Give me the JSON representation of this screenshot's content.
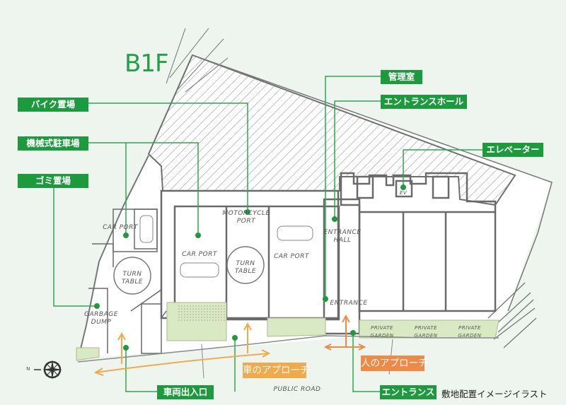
{
  "floor_label": "B1F",
  "caption": "敷地配置イメージイラスト",
  "colors": {
    "callout_green": "#1e9a3e",
    "car_approach_orange": "#f0aa4c",
    "person_approach_orange": "#ee8a46",
    "background": "#eef5ee",
    "garden_green": "#d9e9c4"
  },
  "callouts": {
    "bike_parking": "バイク置場",
    "mechanical_parking": "機械式駐車場",
    "garbage": "ゴミ置場",
    "management_office": "管理室",
    "entrance_hall": "エントランスホール",
    "elevator": "エレベーター",
    "vehicle_entrance": "車両出入口",
    "entrance": "エントランス"
  },
  "approaches": {
    "car": "車のアプローチ",
    "person": "人のアプローチ"
  },
  "plan_labels": {
    "car_port_1": "CAR PORT",
    "car_port_2": "CAR PORT",
    "car_port_3": "CAR PORT",
    "turn_table_1": "TURN TABLE",
    "turn_table_2": "TURN TABLE",
    "motorcycle_port": "MOTORCYCLE PORT",
    "garbage_dump": "GARBAGE DUMP",
    "entrance_hall": "ENTRANCE HALL",
    "entrance": "ENTRANCE",
    "ev": "EV",
    "private_garden_1": "PRIVATE GARDEN",
    "private_garden_2": "PRIVATE GARDEN",
    "private_garden_3": "PRIVATE GARDEN",
    "public_road": "PUBLIC ROAD"
  },
  "compass": {
    "north_label": "N",
    "icon": "compass-rose-icon"
  }
}
